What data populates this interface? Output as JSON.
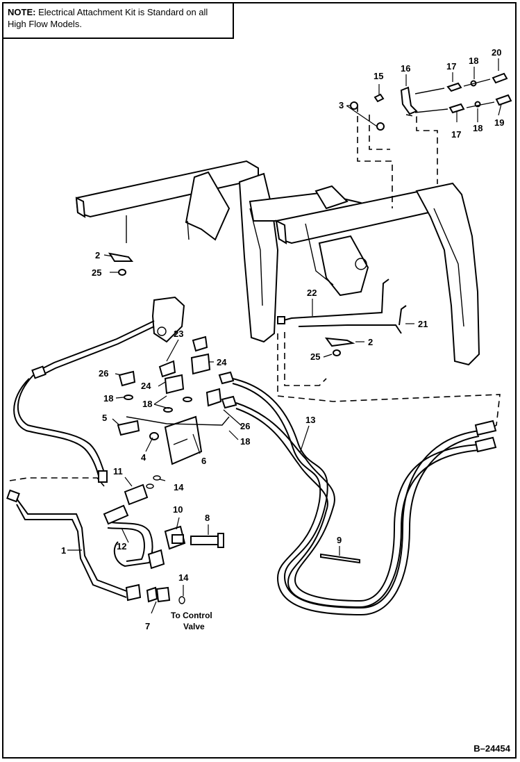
{
  "note": {
    "prefix": "NOTE:",
    "text": "Electrical Attachment Kit is Standard on all High Flow Models."
  },
  "figure_id": "B–24454",
  "callouts": {
    "c1": "1",
    "c2a": "2",
    "c2b": "2",
    "c3": "3",
    "c4": "4",
    "c5": "5",
    "c6": "6",
    "c7": "7",
    "c8": "8",
    "c9": "9",
    "c10": "10",
    "c11": "11",
    "c12": "12",
    "c13": "13",
    "c14a": "14",
    "c14b": "14",
    "c15": "15",
    "c16": "16",
    "c17a": "17",
    "c17b": "17",
    "c18a": "18",
    "c18b": "18",
    "c18c": "18",
    "c18d": "18",
    "c18e": "18",
    "c19": "19",
    "c20": "20",
    "c21": "21",
    "c22": "22",
    "c23": "23",
    "c24a": "24",
    "c24b": "24",
    "c25a": "25",
    "c25b": "25",
    "c26a": "26",
    "c26b": "26"
  },
  "caption": {
    "line1": "To Control",
    "line2": "Valve"
  }
}
